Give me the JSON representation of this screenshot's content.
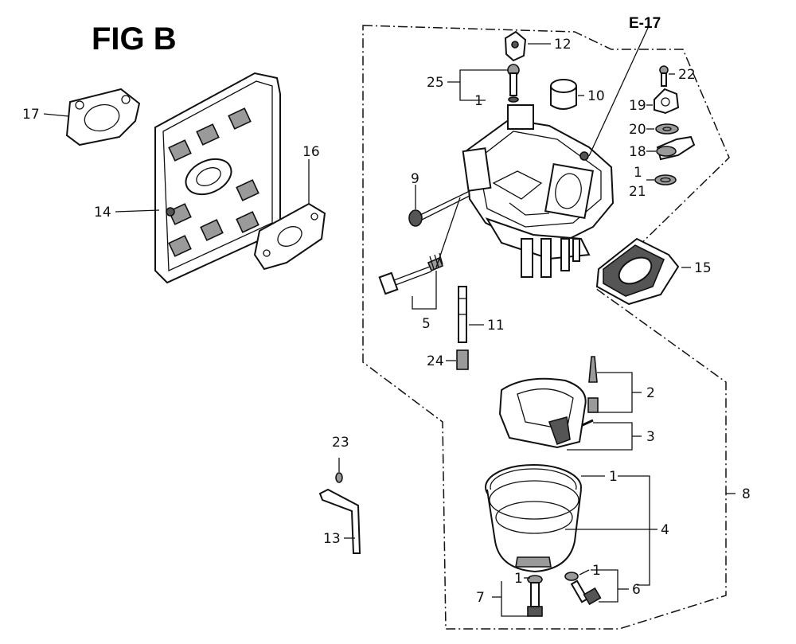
{
  "figure_title": "FIG B",
  "reference": "E-17",
  "callouts": {
    "c17": "17",
    "c14": "14",
    "c16": "16",
    "c12": "12",
    "c25": "25",
    "c1_top": "1",
    "c10": "10",
    "c22": "22",
    "c19": "19",
    "c20": "20",
    "c18": "18",
    "c1_right": "1",
    "c21": "21",
    "c9": "9",
    "c15": "15",
    "c5": "5",
    "c11": "11",
    "c24": "24",
    "c2": "2",
    "c3": "3",
    "c23": "23",
    "c13": "13",
    "c1_bowl": "1",
    "c4": "4",
    "c8": "8",
    "c1_bolt_left": "1",
    "c7": "7",
    "c1_bolt_right": "1",
    "c6": "6"
  }
}
